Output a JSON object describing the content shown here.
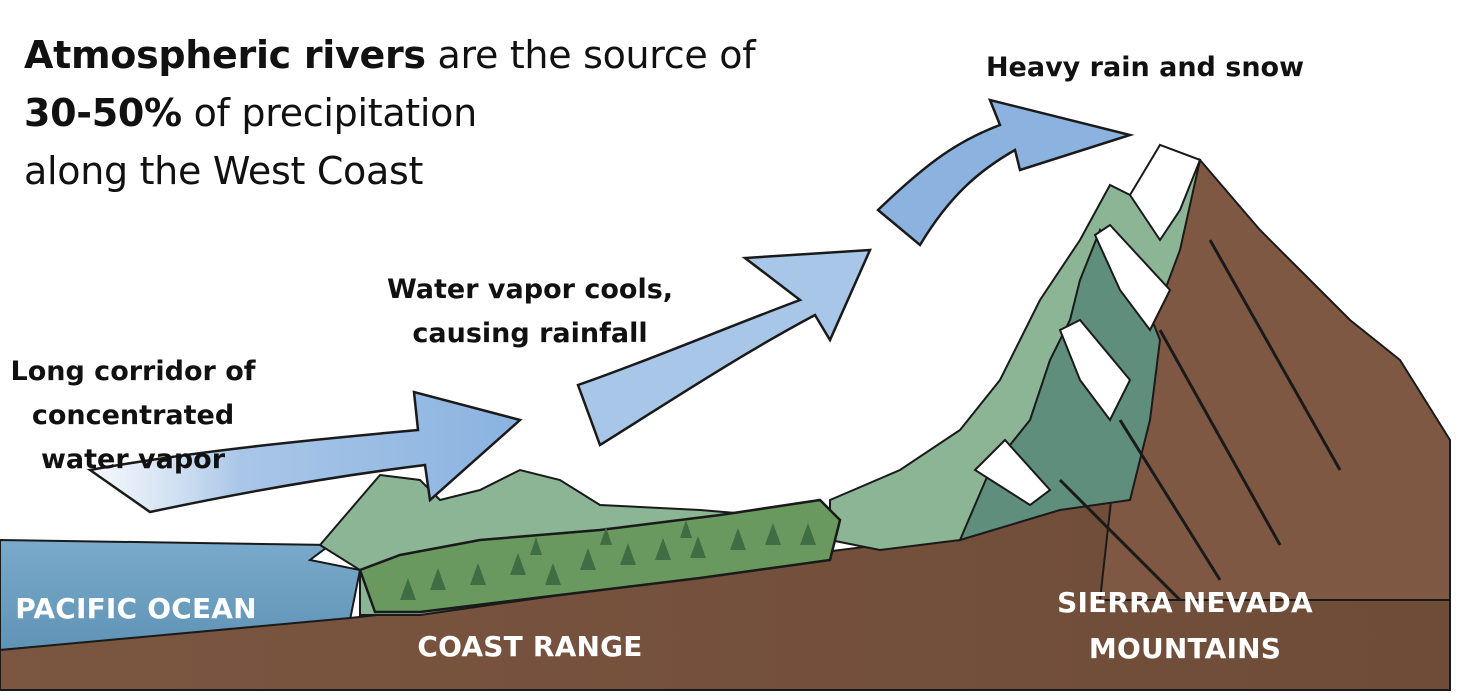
{
  "title": {
    "line1_bold": "Atmospheric rivers",
    "line1_rest": " are the source of",
    "line2_bold": "30-50%",
    "line2_rest": " of precipitation",
    "line3": "along the West Coast"
  },
  "labels": {
    "corridor": [
      "Long corridor of",
      "concentrated",
      "water vapor"
    ],
    "cools": [
      "Water vapor cools,",
      "causing rainfall"
    ],
    "heavy": "Heavy rain and snow"
  },
  "places": {
    "ocean": "PACIFIC OCEAN",
    "coast": "COAST RANGE",
    "sierra": [
      "SIERRA NEVADA",
      "MOUNTAINS"
    ]
  },
  "colors": {
    "arrow_blue": "#8fb6e0",
    "ocean": "#6c9fc0",
    "forest": "#6a9960",
    "hill_green": "#8cb596",
    "mountain_green": "#7daa8c",
    "ground_brown": "#7a5642",
    "rock_brown": "#8a6248",
    "snow": "#ffffff",
    "outline": "#1a1a1a"
  }
}
